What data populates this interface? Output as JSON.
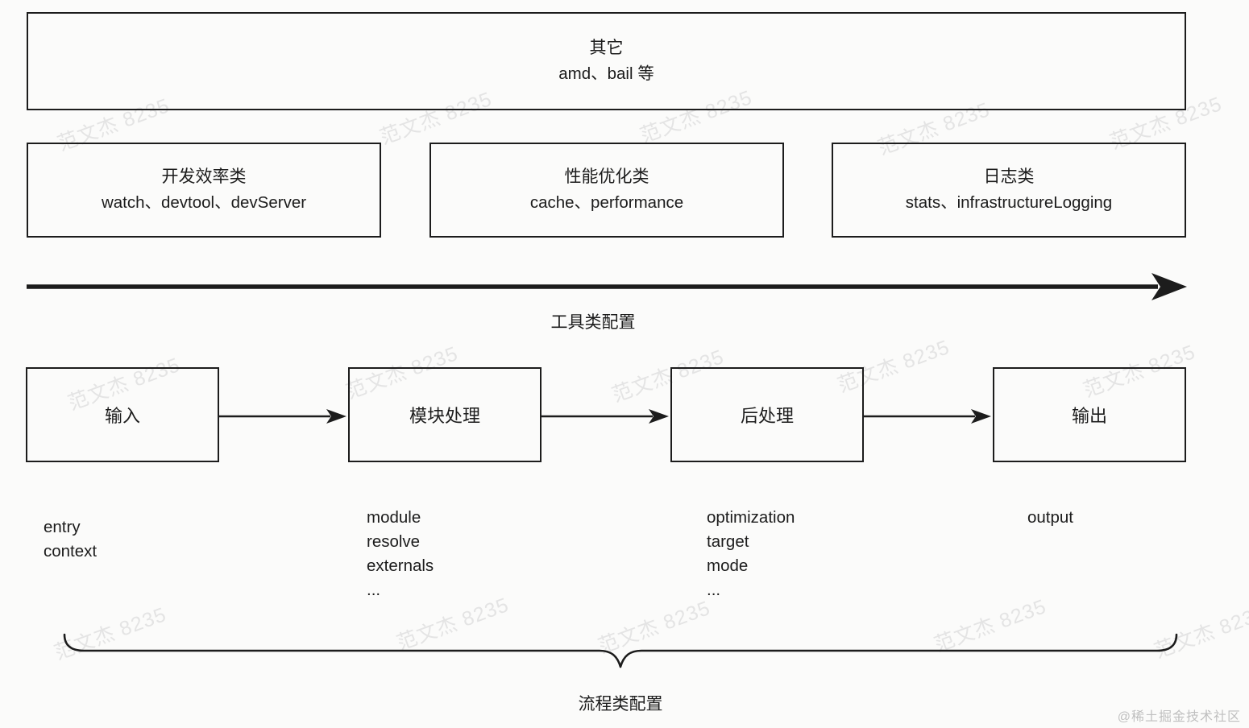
{
  "top_box": {
    "title": "其它",
    "subtitle": "amd、bail 等"
  },
  "tool_boxes": [
    {
      "title": "开发效率类",
      "subtitle": "watch、devtool、devServer"
    },
    {
      "title": "性能优化类",
      "subtitle": "cache、performance"
    },
    {
      "title": "日志类",
      "subtitle": "stats、infrastructureLogging"
    }
  ],
  "tool_axis_label": "工具类配置",
  "flow": {
    "stages": [
      {
        "label": "输入",
        "options": [
          "entry",
          "context"
        ]
      },
      {
        "label": "模块处理",
        "options": [
          "module",
          "resolve",
          "externals",
          "..."
        ]
      },
      {
        "label": "后处理",
        "options": [
          "optimization",
          "target",
          "mode",
          "..."
        ]
      },
      {
        "label": "输出",
        "options": [
          "output"
        ]
      }
    ],
    "brace_label": "流程类配置"
  },
  "watermark_text": "范文杰 8235",
  "credit": "@稀土掘金技术社区",
  "colors": {
    "line": "#1c1c1c",
    "background": "#fbfbfa",
    "watermark": "#e4e4e4",
    "credit": "#bfbfbf"
  }
}
